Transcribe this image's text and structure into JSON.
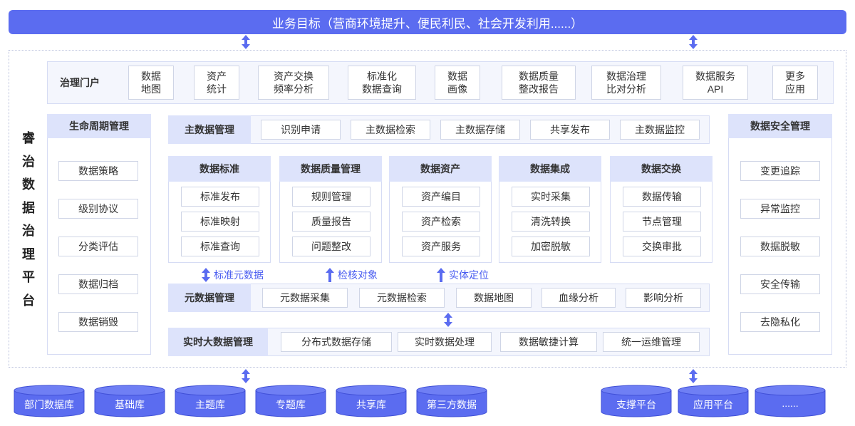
{
  "banner": "业务目标（营商环境提升、便民利民、社会开发利用......）",
  "platform_title": [
    "睿",
    "治",
    "数",
    "据",
    "治",
    "理",
    "平",
    "台"
  ],
  "portal": {
    "title": "治理门户",
    "items": [
      [
        "数据",
        "地图"
      ],
      [
        "资产",
        "统计"
      ],
      [
        "资产交换",
        "频率分析"
      ],
      [
        "标准化",
        "数据查询"
      ],
      [
        "数据",
        "画像"
      ],
      [
        "数据质量",
        "整改报告"
      ],
      [
        "数据治理",
        "比对分析"
      ],
      [
        "数据服务",
        "API"
      ],
      [
        "更多",
        "应用"
      ]
    ]
  },
  "lifecycle": {
    "title": "生命周期管理",
    "items": [
      "数据策略",
      "级别协议",
      "分类评估",
      "数据归档",
      "数据销毁"
    ]
  },
  "security": {
    "title": "数据安全管理",
    "items": [
      "变更追踪",
      "异常监控",
      "数据脱敏",
      "安全传输",
      "去隐私化"
    ]
  },
  "master": {
    "title": "主数据管理",
    "items": [
      "识别申请",
      "主数据检索",
      "主数据存储",
      "共享发布",
      "主数据监控"
    ]
  },
  "modules": [
    {
      "title": "数据标准",
      "items": [
        "标准发布",
        "标准映射",
        "标准查询"
      ]
    },
    {
      "title": "数据质量管理",
      "items": [
        "规则管理",
        "质量报告",
        "问题整改"
      ]
    },
    {
      "title": "数据资产",
      "items": [
        "资产编目",
        "资产检索",
        "资产服务"
      ]
    },
    {
      "title": "数据集成",
      "items": [
        "实时采集",
        "清洗转换",
        "加密脱敏"
      ]
    },
    {
      "title": "数据交换",
      "items": [
        "数据传输",
        "节点管理",
        "交换审批"
      ]
    }
  ],
  "links": [
    "标准元数据",
    "检核对象",
    "实体定位"
  ],
  "metadata": {
    "title": "元数据管理",
    "items": [
      "元数据采集",
      "元数据检索",
      "数据地图",
      "血缘分析",
      "影响分析"
    ]
  },
  "realtime": {
    "title": "实时大数据管理",
    "items": [
      "分布式数据存储",
      "实时数据处理",
      "数据敏捷计算",
      "统一运维管理"
    ]
  },
  "sources": [
    "部门数据库",
    "基础库",
    "主题库",
    "专题库",
    "共享库",
    "第三方数据"
  ],
  "platforms": [
    "支撑平台",
    "应用平台",
    "......"
  ],
  "colors": {
    "accent": "#5b6cf0",
    "header": "#dde3fb",
    "panel_bg": "#f4f6fd"
  }
}
